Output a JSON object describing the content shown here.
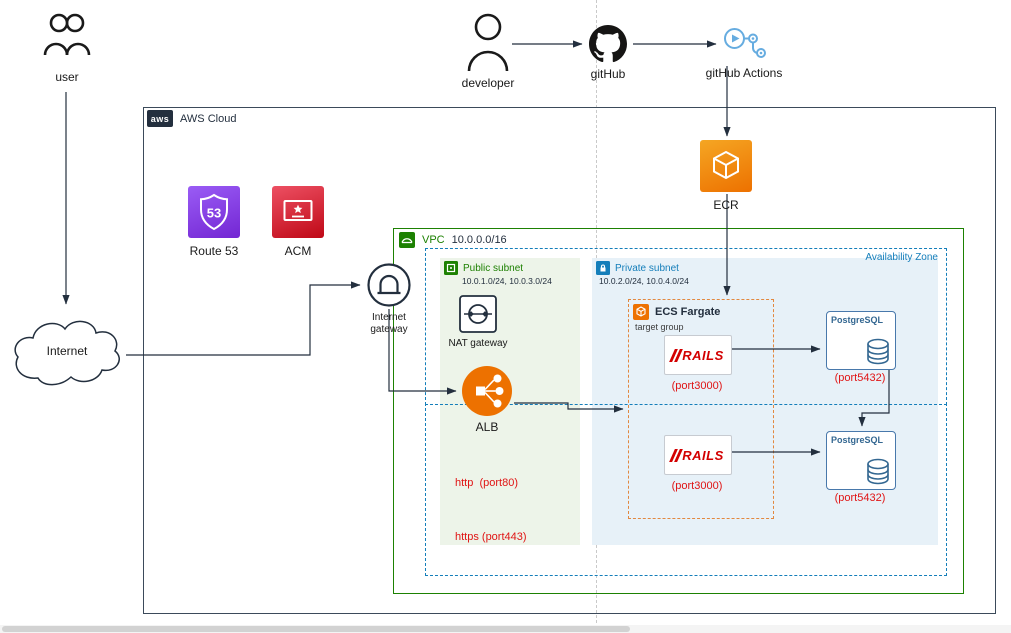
{
  "diagram": {
    "user": {
      "label": "user"
    },
    "developer": {
      "label": "developer"
    },
    "github": {
      "label": "gitHub"
    },
    "github_actions": {
      "label": "gitHub Actions"
    },
    "internet": {
      "label": "Internet"
    },
    "aws_cloud": {
      "logo": "aws",
      "label": "AWS Cloud",
      "route53": {
        "label": "Route 53",
        "badge": "53"
      },
      "acm": {
        "label": "ACM"
      },
      "ecr": {
        "label": "ECR"
      },
      "internet_gateway": {
        "label": "Internet gateway"
      },
      "vpc": {
        "label": "VPC",
        "cidr": "10.0.0.0/16",
        "availability_zone": {
          "label": "Availability Zone"
        },
        "public_subnet": {
          "label": "Public subnet",
          "cidr": "10.0.1.0/24, 10.0.3.0/24",
          "nat_gateway": {
            "label": "NAT gateway"
          },
          "alb": {
            "label": "ALB",
            "http": "http  (port80)",
            "https": "https (port443)"
          }
        },
        "private_subnet": {
          "label": "Private subnet",
          "cidr": "10.0.2.0/24, 10.0.4.0/24",
          "ecs_fargate": {
            "label": "ECS Fargate"
          },
          "target_group": {
            "label": "target group"
          },
          "rails": {
            "logo": "RAILS",
            "port": "(port3000)"
          },
          "postgresql": {
            "logo": "PostgreSQL",
            "port": "(port5432)"
          }
        }
      }
    },
    "colors": {
      "aws_dark": "#232F3E",
      "route53_purple": "#8C4FFF",
      "acm_red": "#DD344C",
      "ecr_orange": "#ED7100",
      "alb_orange": "#ED7100",
      "vpc_green": "#1D8102",
      "subnet_public_fill": "#EDF4E9",
      "subnet_private_fill": "#E7F1F8",
      "az_blue": "#147EBA",
      "target_group_orange": "#E2883F",
      "rails_red": "#D30001",
      "postgres_blue": "#336791",
      "port_red": "#E01414",
      "github_actions_blue": "#66ACE0"
    },
    "icons": [
      "users-icon",
      "developer-icon",
      "github-icon",
      "github-actions-icon",
      "aws-cloud-logo",
      "route53-icon",
      "acm-icon",
      "ecr-icon",
      "internet-gateway-icon",
      "nat-gateway-icon",
      "alb-icon",
      "vpc-icon",
      "public-subnet-icon",
      "private-subnet-icon",
      "ecs-fargate-icon",
      "rails-logo",
      "postgresql-db-icon",
      "internet-cloud-shape"
    ]
  }
}
